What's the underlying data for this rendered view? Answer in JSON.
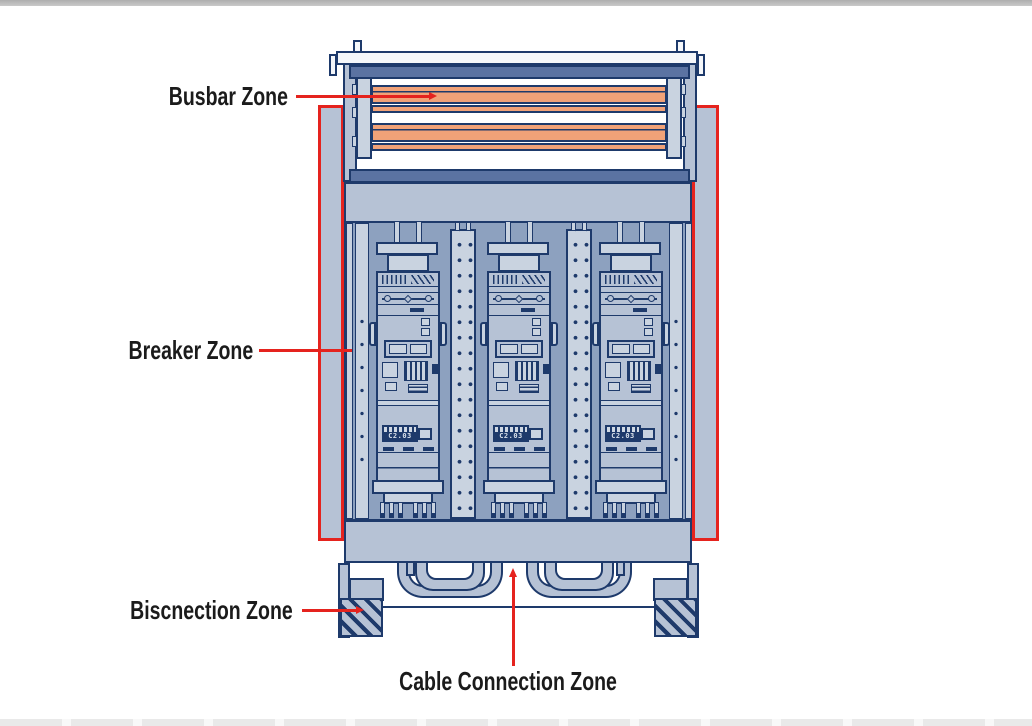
{
  "diagram": {
    "type": "technical-illustration",
    "subject": "Low-voltage switchgear cabinet cross-section with labeled zones",
    "labels": {
      "busbar": "Busbar Zone",
      "breaker": "Breaker Zone",
      "disconnection": "Biscnection Zone",
      "cable": "Cable Connection Zone"
    },
    "breakers": [
      {
        "model": "C2.03"
      },
      {
        "model": "C2.03"
      },
      {
        "model": "C2.03"
      }
    ],
    "busbars": {
      "sets": 2,
      "bars_per_set": 2,
      "color": "#f1a278"
    },
    "colors": {
      "navy": "#1e3a6b",
      "light": "#b6c2d5",
      "lighter": "#c9d3e0",
      "medium": "#8da1bf",
      "slate": "#5b73a2",
      "orange": "#f1a278",
      "red": "#e5231e",
      "panel": "#f5f7fa",
      "text": "#1b1b1b",
      "topstrip": "#b9b9b9",
      "bottomstrip": "#ececec"
    }
  }
}
